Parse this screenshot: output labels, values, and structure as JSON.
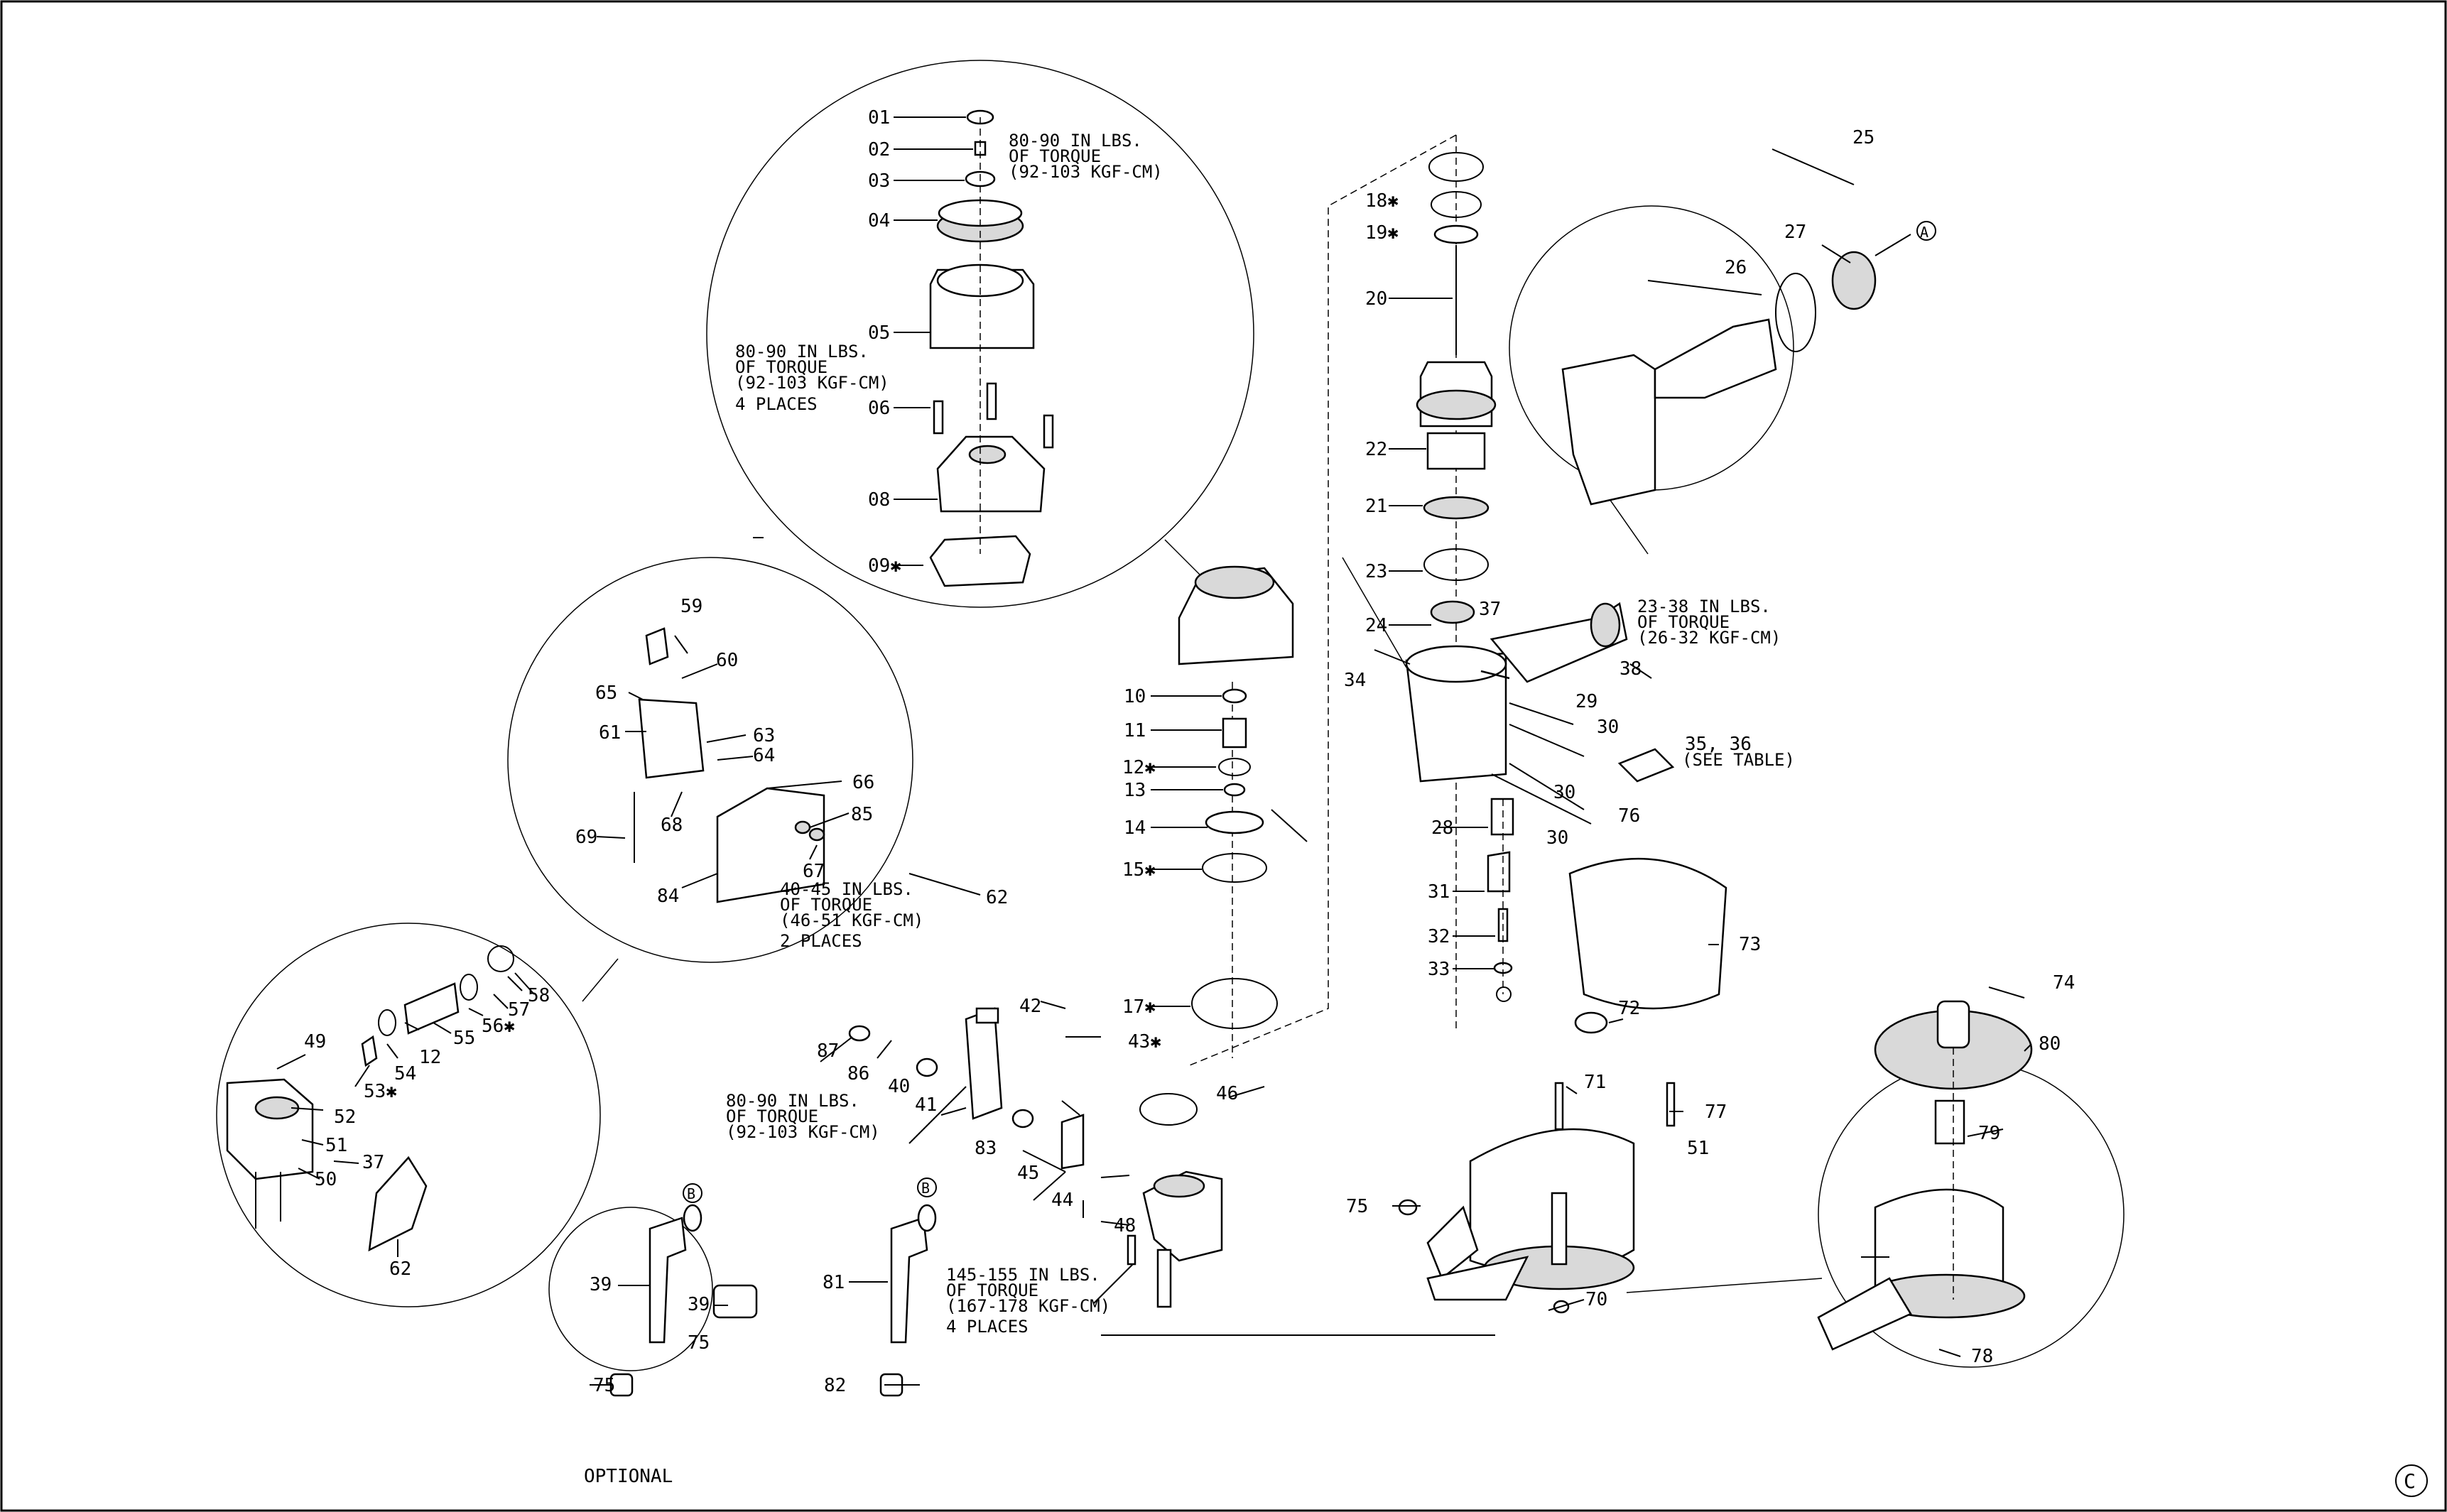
{
  "labels": {
    "p01": "01",
    "p02": "02",
    "p03": "03",
    "p04": "04",
    "p05": "05",
    "p06": "06",
    "p08": "08",
    "p09": "09✱",
    "p10": "10",
    "p11": "11",
    "p12a": "12✱",
    "p12b": "12",
    "p13": "13",
    "p14": "14",
    "p15": "15✱",
    "p17": "17✱",
    "p18": "18✱",
    "p19": "19✱",
    "p20": "20",
    "p21": "21",
    "p22": "22",
    "p23": "23",
    "p24": "24",
    "p25": "25",
    "p26": "26",
    "p27": "27",
    "p28": "28",
    "p29": "29",
    "p30a": "30",
    "p30b": "30",
    "p30c": "30",
    "p31": "31",
    "p32": "32",
    "p33": "33",
    "p34": "34",
    "p3536": "35, 36",
    "p37a": "37",
    "p37b": "37",
    "p38": "38",
    "p39a": "39",
    "p39b": "39",
    "p40": "40",
    "p41": "41",
    "p42": "42",
    "p43": "43✱",
    "p44": "44",
    "p45": "45",
    "p46": "46",
    "p48": "48",
    "p49": "49",
    "p50": "50",
    "p51a": "51",
    "p51b": "51",
    "p52": "52",
    "p53": "53✱",
    "p54": "54",
    "p55": "55",
    "p56": "56✱",
    "p57": "57",
    "p58": "58",
    "p59": "59",
    "p60": "60",
    "p61": "61",
    "p62a": "62",
    "p62b": "62",
    "p63": "63",
    "p64": "64",
    "p65": "65",
    "p66": "66",
    "p67": "67",
    "p68": "68",
    "p69": "69",
    "p70": "70",
    "p71": "71",
    "p72": "72",
    "p73": "73",
    "p74": "74",
    "p75a": "75",
    "p75b": "75",
    "p75c": "75",
    "p76": "76",
    "p77": "77",
    "p78": "78",
    "p79": "79",
    "p80": "80",
    "p81": "81",
    "p82": "82",
    "p83": "83",
    "p84": "84",
    "p85": "85",
    "p86": "86",
    "p87": "87",
    "refA": "A",
    "refB1": "B",
    "refB2": "B",
    "copyright": "C"
  },
  "notes": {
    "torque_top_1": "80-90 IN LBS.",
    "torque_top_2": "OF TORQUE",
    "torque_top_3": "(92-103 KGF-CM)",
    "torque_left_1": "80-90 IN LBS.",
    "torque_left_2": "OF TORQUE",
    "torque_left_3": "(92-103 KGF-CM)",
    "torque_left_4": "4 PLACES",
    "torque_62_1": "40-45 IN LBS.",
    "torque_62_2": "OF TORQUE",
    "torque_62_3": "(46-51 KGF-CM)",
    "torque_62_4": "2 PLACES",
    "torque_87_1": "80-90 IN LBS.",
    "torque_87_2": "OF TORQUE",
    "torque_87_3": "(92-103 KGF-CM)",
    "torque_48_1": "145-155 IN LBS.",
    "torque_48_2": "OF TORQUE",
    "torque_48_3": "(167-178 KGF-CM)",
    "torque_48_4": "4 PLACES",
    "torque_38_1": "23-38 IN LBS.",
    "torque_38_2": "OF TORQUE",
    "torque_38_3": "(26-32 KGF-CM)",
    "see_table": "(SEE TABLE)",
    "optional": "OPTIONAL"
  }
}
